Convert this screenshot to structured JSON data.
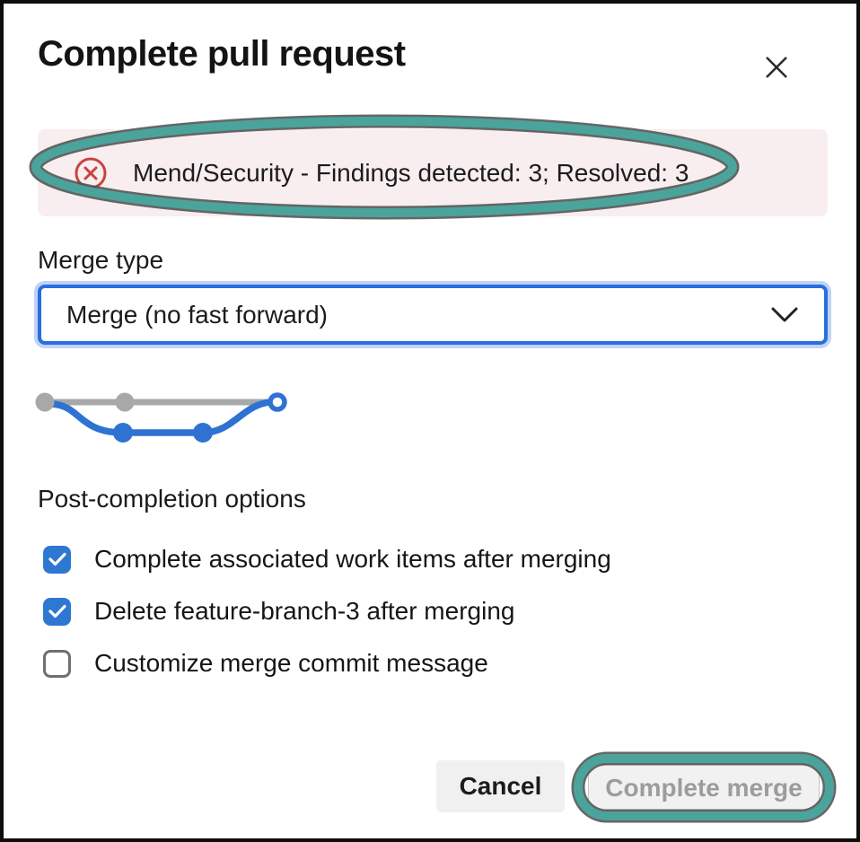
{
  "dialog": {
    "title": "Complete pull request",
    "close_icon": "close-x"
  },
  "alert": {
    "icon": "error-circle-x-icon",
    "text": "Mend/Security - Findings detected: 3; Resolved: 3",
    "bg_color": "#f8edef",
    "icon_color": "#c8433f"
  },
  "merge_type": {
    "label": "Merge type",
    "selected_value": "Merge (no fast forward)",
    "focus_border_color": "#2a6ddf"
  },
  "merge_diagram": {
    "description": "git-merge-no-fast-forward-graph",
    "main_branch_color": "#a8a8a8",
    "feature_branch_color": "#2e72d2"
  },
  "post_completion": {
    "label": "Post-completion options",
    "options": [
      {
        "label": "Complete associated work items after merging",
        "checked": true
      },
      {
        "label": "Delete feature-branch-3 after merging",
        "checked": true
      },
      {
        "label": "Customize merge commit message",
        "checked": false
      }
    ],
    "checkbox_checked_color": "#2e78d2"
  },
  "footer": {
    "cancel_label": "Cancel",
    "complete_label": "Complete merge",
    "complete_disabled": true
  },
  "annotations": {
    "marker_color": "#4aa49c",
    "outline_color": "#4b4b4b",
    "highlighted": [
      "alert-banner",
      "complete-merge-button"
    ]
  }
}
